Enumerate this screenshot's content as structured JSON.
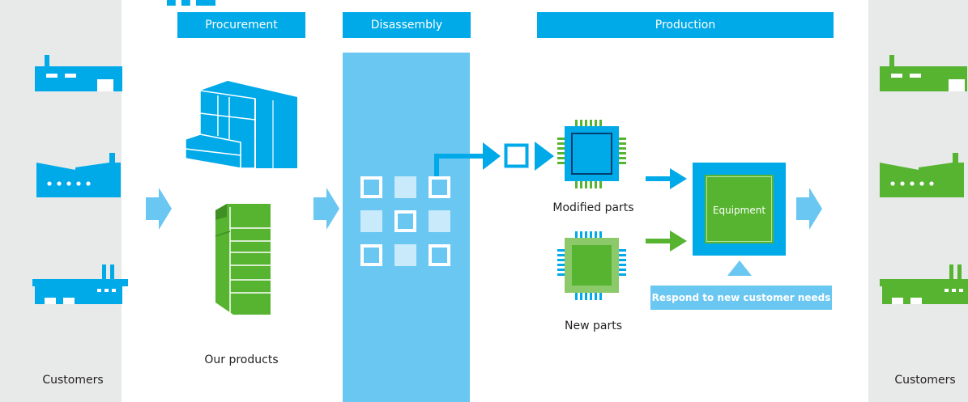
{
  "stages": {
    "procurement": "Procurement",
    "disassembly": "Disassembly",
    "production": "Production"
  },
  "labels": {
    "customers_left": "Customers",
    "customers_right": "Customers",
    "our_products": "Our products",
    "modified_parts": "Modified parts",
    "new_parts": "New parts",
    "equipment": "Equipment",
    "respond_needs": "Respond to new customer needs"
  },
  "colors": {
    "blue": "#00a9e8",
    "light_blue": "#69c7f2",
    "pale_blue": "#c9eafa",
    "green": "#57b431",
    "dark_green": "#3f8f22",
    "panel_gray": "#e8e9e9"
  },
  "icons": {
    "left_customers": [
      "factory-icon-blue",
      "factory-sawtooth-icon-blue",
      "factory-chimney-icon-blue"
    ],
    "right_customers": [
      "factory-icon-green",
      "factory-sawtooth-icon-green",
      "factory-chimney-icon-green"
    ],
    "products": [
      "blue-machine-icon",
      "green-machine-icon"
    ],
    "parts": [
      "modified-chip-icon",
      "new-chip-icon"
    ]
  }
}
